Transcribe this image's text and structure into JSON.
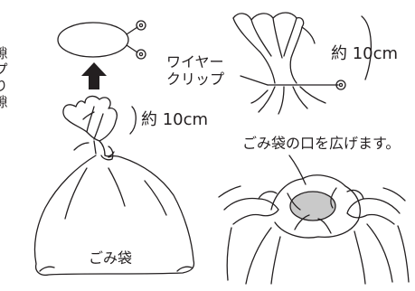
{
  "side_text": [
    "隙",
    "プ",
    "り",
    "隙"
  ],
  "labels": {
    "size_left": "約 10cm",
    "size_right": "約 10cm",
    "wire_line1": "ワイヤー",
    "wire_line2": "クリップ",
    "instruction": "ごみ袋の口を広げます。",
    "bag_label": "ごみ袋"
  },
  "colors": {
    "ink": "#231f20",
    "arrow": "#231f20",
    "opening_fill": "#c9c9c9"
  }
}
